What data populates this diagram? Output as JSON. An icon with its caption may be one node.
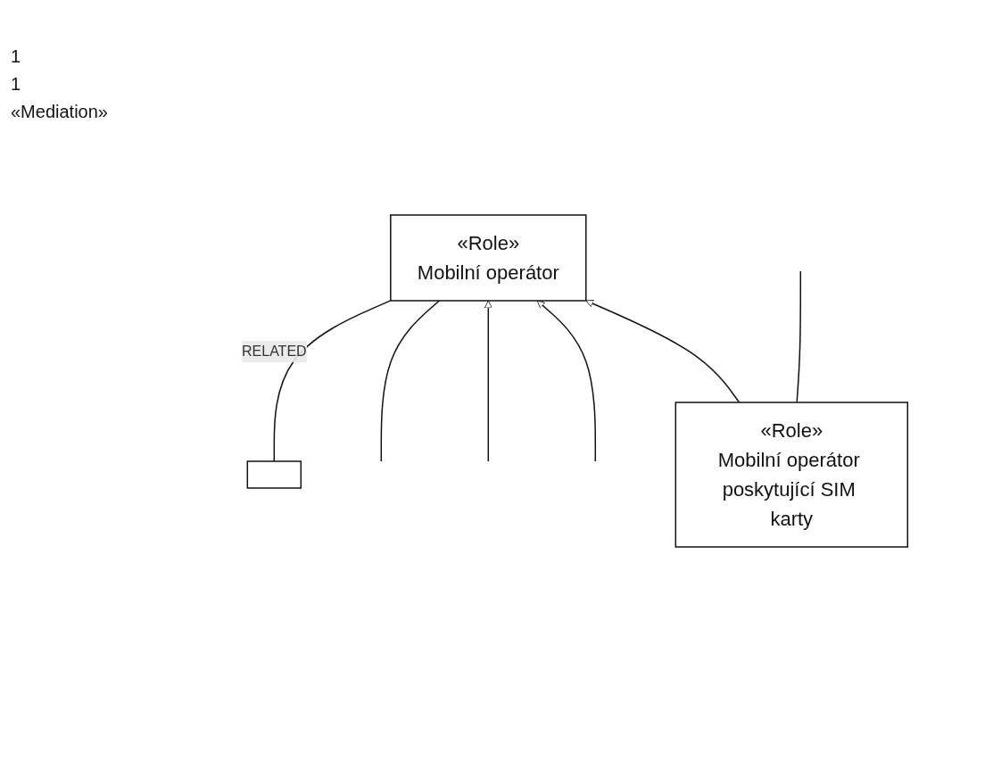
{
  "diagram": {
    "nodes": [
      {
        "text": [],
        "shape": "box"
      },
      {
        "text": [
          "«Role»",
          "Mobilní operátor"
        ]
      },
      {
        "text": [
          "«Role»",
          "Mobilní operátor poskytující SIM karty"
        ]
      }
    ],
    "edges": [
      {
        "from": 0,
        "to": 1,
        "arrow": "none",
        "label": "RELATED"
      },
      {
        "from": null,
        "to": 1,
        "arrow": "none"
      },
      {
        "from": null,
        "to": 1,
        "arrow": "to"
      },
      {
        "from": null,
        "to": 1,
        "arrow": "to"
      },
      {
        "from": 2,
        "to": 1,
        "arrow": "to"
      },
      {
        "from": 2,
        "to": null,
        "arrow": "none"
      }
    ],
    "labels": [
      "1",
      "1",
      "«Mediation»"
    ]
  }
}
